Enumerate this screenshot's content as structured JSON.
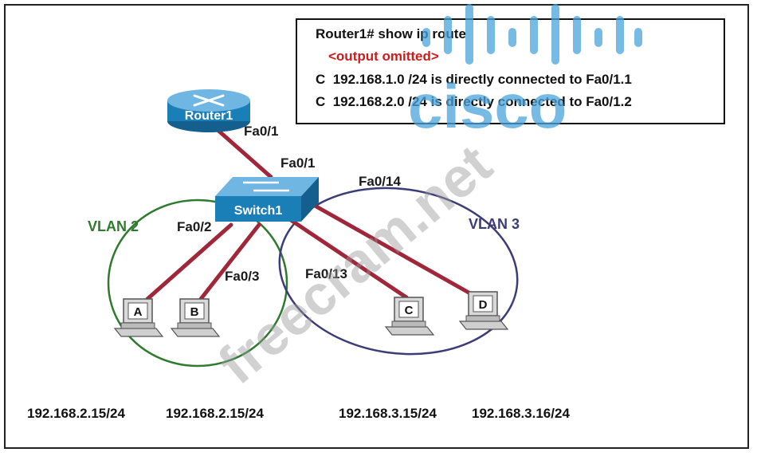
{
  "route_box": {
    "command": "Router1# show ip route",
    "omitted": "<output omitted>",
    "routes": [
      "C  192.168.1.0 /24 is directly connected to Fa0/1.1",
      "C  192.168.2.0 /24 is directly connected to Fa0/1.2"
    ]
  },
  "router": {
    "label": "Router1",
    "port": "Fa0/1"
  },
  "switch": {
    "label": "Switch1",
    "ports": {
      "uplink": "Fa0/1",
      "pc_a": "Fa0/2",
      "pc_b": "Fa0/3",
      "pc_c": "Fa0/13",
      "pc_d": "Fa0/14"
    }
  },
  "vlans": {
    "vlan2": "VLAN 2",
    "vlan3": "VLAN 3"
  },
  "pcs": [
    {
      "letter": "A",
      "ip": "192.168.2.15/24"
    },
    {
      "letter": "B",
      "ip": "192.168.2.15/24"
    },
    {
      "letter": "C",
      "ip": "192.168.3.15/24"
    },
    {
      "letter": "D",
      "ip": "192.168.3.16/24"
    }
  ],
  "watermark": {
    "site": "freecram.net",
    "logo": "cisco"
  },
  "colors": {
    "link": "#a0263a",
    "vlan2": "#2e7a2e",
    "vlan3": "#3c3c78",
    "device": "#1b7fb7",
    "omitted": "#d11a1a"
  }
}
